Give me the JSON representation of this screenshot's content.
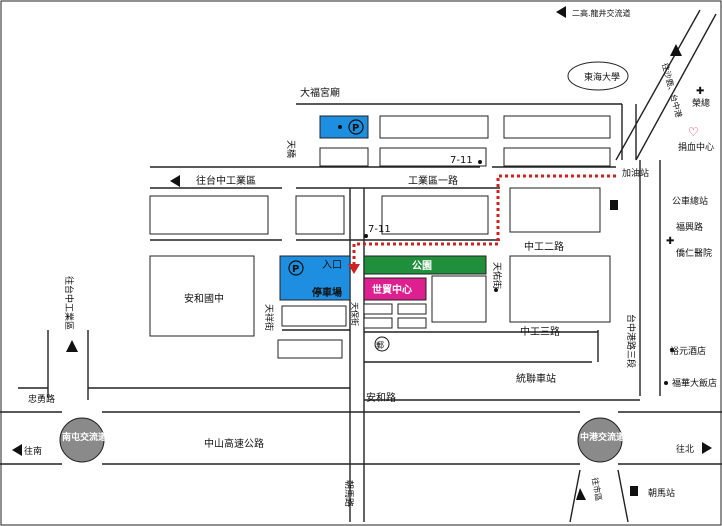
{
  "map": {
    "places": {
      "dafu_temple": "大福宮廟",
      "tunghai_univ": "東海大學",
      "anhe_junior_high": "安和國中",
      "park": "公園",
      "world_trade_center": "世貿中心",
      "parking_lot": "停車場",
      "entrance": "入口",
      "seven_eleven_1": "7-11",
      "seven_eleven_2": "7-11",
      "gas_station": "加油站",
      "public_cemetery": "公車總站",
      "fuxing_road": "福興路",
      "renqiao_hotel": "僑仁醫院",
      "blood_center": "捐血中心",
      "rongzong": "榮總",
      "hotel_1": "裕元酒店",
      "hotel_2": "福華大飯店",
      "anhe_station": "統聯車站",
      "chaoma_station": "朝馬站",
      "parcel": "郵",
      "taichung_port_road": "台中港路三段"
    },
    "roads": {
      "industry_1st": "工業區一路",
      "zhonggong_2nd": "中工二路",
      "zhonggong_3rd": "中工三路",
      "anhe_road": "安和路",
      "zhongshan_highway": "中山高速公路",
      "chaoma_road": "朝馬路",
      "tianhu_st": "天橋",
      "tianyou_st": "天佑街",
      "tianbao_st": "天保街",
      "tianxiang_st": "天祥街",
      "zhongnan_road": "忠勇路"
    },
    "directions": {
      "to_taichung_industrial": "往台中工業區",
      "to_taichung_industrial_v": "往台中工業區",
      "to_tainan": "往南",
      "to_taipei": "往北",
      "to_shalu": "往沙鹿、台中港",
      "to_taichung_city": "往市區",
      "ergao_interchange": "二高.龍井交流道"
    },
    "interchanges": {
      "nantun": "南屯交流道",
      "zhonggang": "中港交流道"
    },
    "colors": {
      "parking": "#1e8fe0",
      "park": "#1f8f3c",
      "wtc": "#dd1f8f",
      "route": "#cc2222"
    }
  }
}
